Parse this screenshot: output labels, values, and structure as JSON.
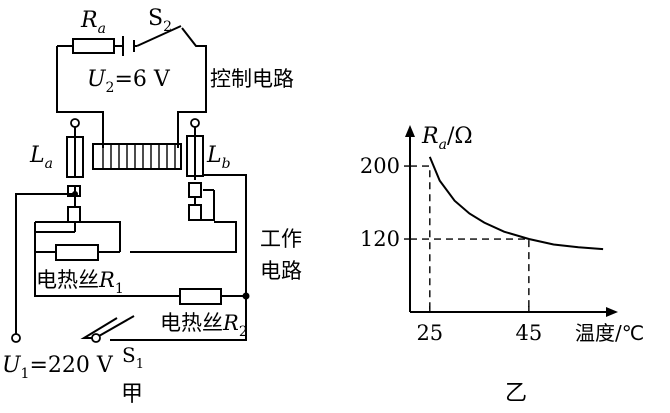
{
  "circuit": {
    "resistor_a": {
      "sym": "R",
      "sub": "a"
    },
    "switch_2": {
      "sym": "S",
      "sub": "2"
    },
    "control_voltage": {
      "sym": "U",
      "sub": "2",
      "eq": "=6 V"
    },
    "control_label": "控制电路",
    "coil_a": {
      "sym": "L",
      "sub": "a"
    },
    "coil_b": {
      "sym": "L",
      "sub": "b"
    },
    "work_label_1": "工作",
    "work_label_2": "电路",
    "heater_1": {
      "text": "电热丝",
      "sym": "R",
      "sub": "1"
    },
    "heater_2": {
      "text": "电热丝",
      "sym": "R",
      "sub": "2"
    },
    "supply_voltage": {
      "sym": "U",
      "sub": "1",
      "eq": "=220 V"
    },
    "switch_1": {
      "sym": "S",
      "sub": "1"
    },
    "caption": "甲"
  },
  "chart_data": {
    "type": "line",
    "title": "",
    "ylabel_sym": "R",
    "ylabel_sub": "a",
    "ylabel_unit": "/Ω",
    "xlabel": "温度/℃",
    "xticks": [
      25,
      45
    ],
    "yticks": [
      120,
      200
    ],
    "xlim": [
      21,
      63
    ],
    "ylim": [
      40,
      245
    ],
    "series": [
      {
        "x": [
          25,
          27,
          30,
          33,
          36,
          40,
          45,
          50,
          55,
          60
        ],
        "values": [
          210,
          184,
          162,
          148,
          138,
          128,
          120,
          114,
          111,
          109
        ]
      }
    ],
    "guides": [
      {
        "x": 25,
        "y": 200
      },
      {
        "x": 45,
        "y": 120
      }
    ],
    "caption": "乙"
  }
}
